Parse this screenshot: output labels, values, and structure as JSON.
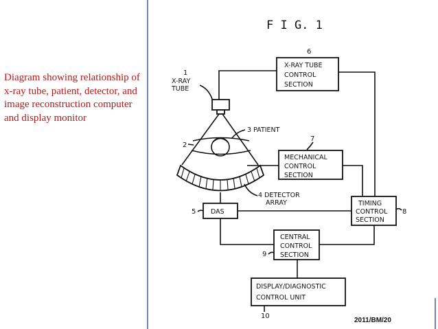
{
  "caption": "Diagram showing relationship of x-ray tube, patient, detector, and image reconstruction computer and display monitor",
  "figure": {
    "title": "F I G. 1",
    "xray_tube_label": [
      "X-RAY",
      "TUBE"
    ],
    "xray_tube_number": "1",
    "patient_label": "3 PATIENT",
    "patient_number": "2",
    "detector_label": [
      "4 DETECTOR",
      "ARRAY"
    ],
    "das": {
      "label": "DAS",
      "number": "5"
    },
    "xray_tube_control": {
      "lines": [
        "X-RAY TUBE",
        "CONTROL",
        "SECTION"
      ],
      "number": "6"
    },
    "mechanical_control": {
      "lines": [
        "MECHANICAL",
        "CONTROL",
        "SECTION"
      ],
      "number": "7"
    },
    "timing_control": {
      "lines": [
        "TIMING",
        "CONTROL",
        "SECTION"
      ],
      "number": "8"
    },
    "central_control": {
      "lines": [
        "CENTRAL",
        "CONTROL",
        "SECTION"
      ],
      "number": "9"
    },
    "display_unit": {
      "lines": [
        "DISPLAY/DIAGNOSTIC",
        "CONTROL UNIT"
      ],
      "number": "10"
    }
  },
  "reference": "2011/BM/20"
}
